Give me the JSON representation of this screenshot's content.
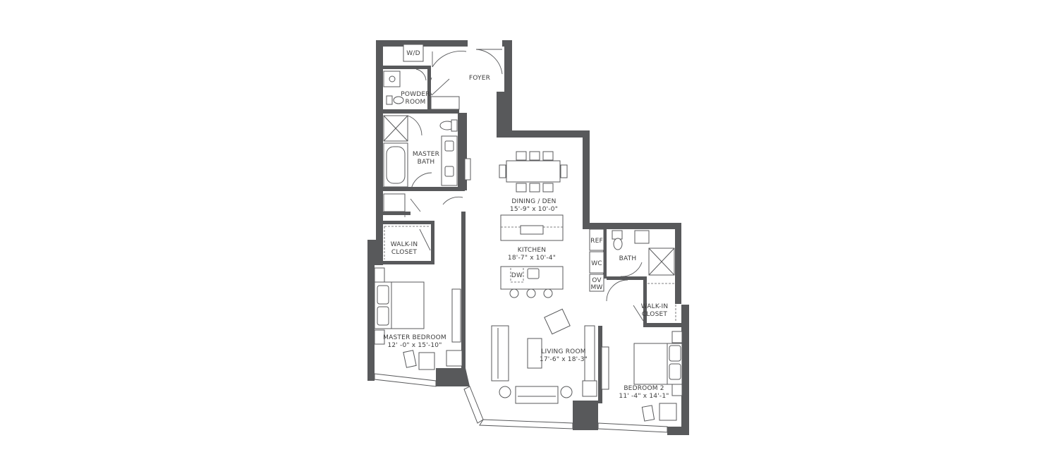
{
  "rooms": {
    "wd": "W/D",
    "foyer": "FOYER",
    "powder_line1": "POWDER",
    "powder_line2": "ROOM",
    "master_bath_line1": "MASTER",
    "master_bath_line2": "BATH",
    "dining_name": "DINING / DEN",
    "dining_dims": "15'-9\" x 10'-0\"",
    "walkin1_line1": "WALK-IN",
    "walkin1_line2": "CLOSET",
    "kitchen_name": "KITCHEN",
    "kitchen_dims": "18'-7\" x 10'-4\"",
    "dw": "DW",
    "ref": "REF",
    "wc": "WC",
    "ov": "OV",
    "mw": "MW",
    "bath": "BATH",
    "walkin2_line1": "WALK-IN",
    "walkin2_line2": "CLOSET",
    "master_bedroom_name": "MASTER BEDROOM",
    "master_bedroom_dims": "12' -0\" x 15'-10\"",
    "living_name": "LIVING ROOM",
    "living_dims": "17'-6\" x 18'-3\"",
    "bedroom2_name": "BEDROOM 2",
    "bedroom2_dims": "11' -4\" x 14'-1\""
  }
}
